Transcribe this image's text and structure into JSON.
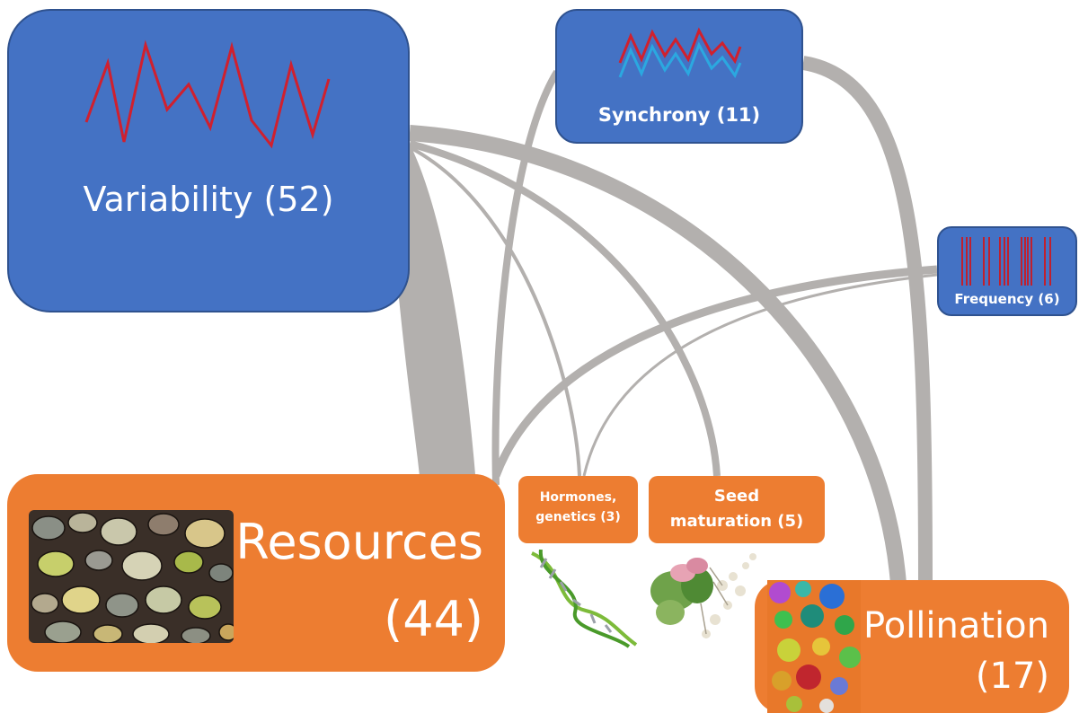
{
  "nodes": {
    "variability": {
      "label": "Variability (52)"
    },
    "synchrony": {
      "label": "Synchrony (11)"
    },
    "frequency": {
      "label": "Frequency (6)"
    },
    "resources": {
      "label_line1": "Resources",
      "label_line2": "(44)"
    },
    "hormones": {
      "label_line1": "Hormones,",
      "label_line2": "genetics (3)"
    },
    "seed_maturation": {
      "label_line1": "Seed",
      "label_line2": "maturation (5)"
    },
    "pollination": {
      "label_line1": "Pollination",
      "label_line2": "(17)"
    }
  },
  "links": [
    {
      "from": "Variability",
      "to": "Resources",
      "weight": "heavy"
    },
    {
      "from": "Variability",
      "to": "Pollination",
      "weight": "medium"
    },
    {
      "from": "Variability",
      "to": "Seed maturation",
      "weight": "light"
    },
    {
      "from": "Variability",
      "to": "Hormones, genetics",
      "weight": "light"
    },
    {
      "from": "Synchrony",
      "to": "Resources",
      "weight": "light"
    },
    {
      "from": "Synchrony",
      "to": "Pollination",
      "weight": "medium"
    },
    {
      "from": "Frequency",
      "to": "Resources",
      "weight": "light"
    },
    {
      "from": "Frequency",
      "to": "Hormones, genetics",
      "weight": "light"
    }
  ],
  "colors": {
    "driver_box": "#4472c4",
    "mechanism_box": "#ed7d31",
    "link": "#b3b0ae",
    "trace_red": "#d0202e",
    "trace_cyan": "#2ba8e0"
  },
  "illustrations": [
    "leaf-litter-image",
    "dna-helix-icon",
    "seed-cluster-image",
    "pollen-grains-image"
  ]
}
